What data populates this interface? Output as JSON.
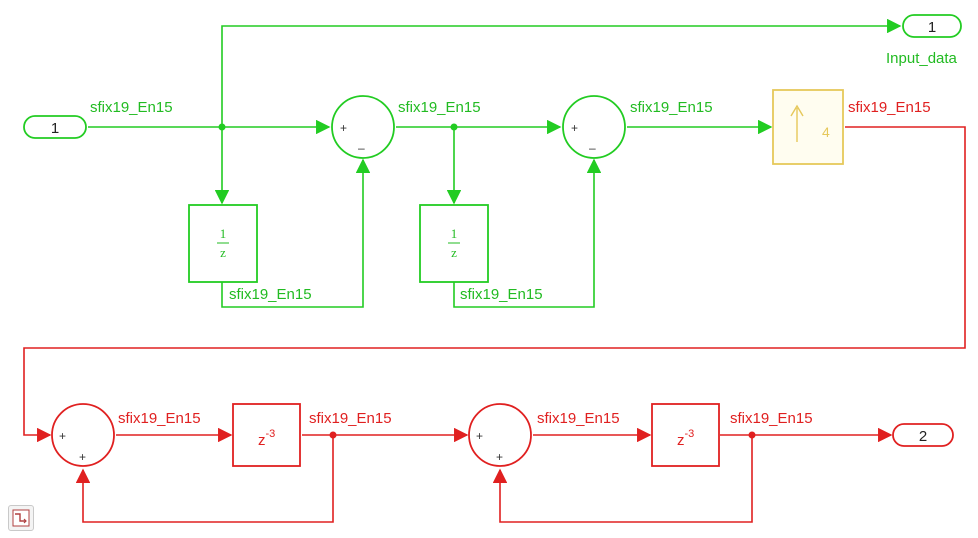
{
  "signals": {
    "in_to_junction": "sfix19_En15",
    "sum1_out": "sfix19_En15",
    "sum2_out": "sfix19_En15",
    "upsample_out": "sfix19_En15",
    "delay1_out": "sfix19_En15",
    "delay2_out": "sfix19_En15",
    "sum3_out": "sfix19_En15",
    "z3a_out": "sfix19_En15",
    "sum4_out": "sfix19_En15",
    "z3b_out": "sfix19_En15"
  },
  "ports": {
    "inport1": "1",
    "outport1": "1",
    "outport1_name": "Input_data",
    "outport2": "2"
  },
  "blocks": {
    "upsample_factor": "4",
    "delay_num": "1",
    "delay_den": "z",
    "z_base": "z",
    "z_exp": "-3",
    "plus": "+",
    "minus": "–"
  },
  "colors": {
    "green": "#22cc22",
    "red": "#e02020",
    "upsample": "#e6c85a"
  }
}
